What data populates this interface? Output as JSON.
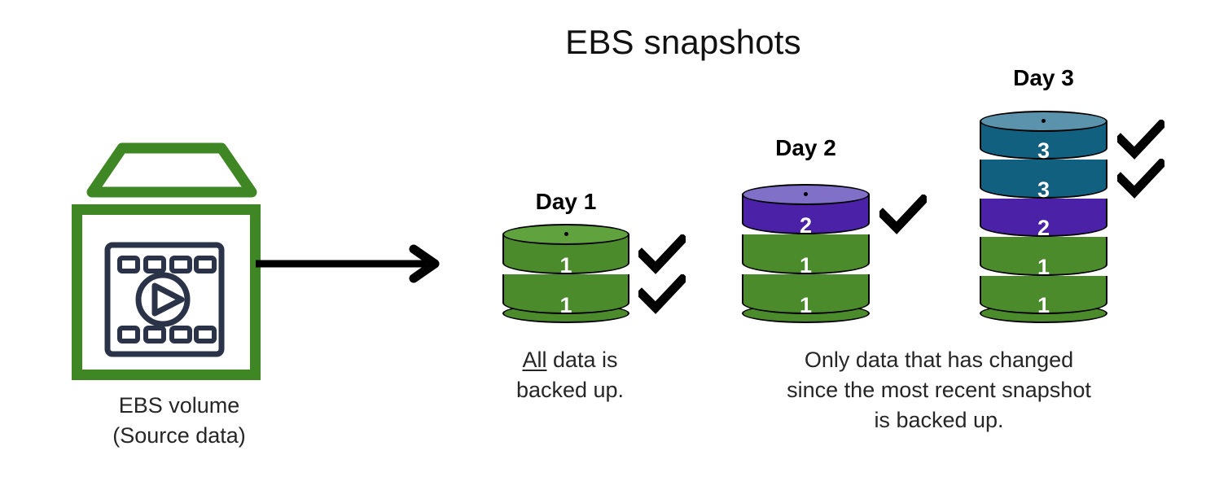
{
  "title": "EBS snapshots",
  "colors": {
    "aws_green": "#3F8624",
    "icon_navy": "#2A3347",
    "seg_green": "#4B8B2B",
    "seg_green_cap": "#60A33E",
    "seg_purple": "#4B21A8",
    "seg_purple_cap": "#8070C8",
    "seg_teal": "#11607F",
    "seg_teal_cap": "#5C93AC",
    "outline": "#000000",
    "text": "#262626"
  },
  "source": {
    "icon_name": "ebs-volume-icon",
    "caption_line1": "EBS volume",
    "caption_line2": "(Source data)"
  },
  "arrow": {
    "name": "flow-arrow-right",
    "direction": "right"
  },
  "stacks": [
    {
      "label": "Day 1",
      "segments": [
        {
          "value": "1",
          "color": "#4B8B2B",
          "checked": true
        },
        {
          "value": "1",
          "color": "#4B8B2B",
          "checked": true
        }
      ],
      "top_cap_color": "#60A33E"
    },
    {
      "label": "Day 2",
      "segments": [
        {
          "value": "2",
          "color": "#4B21A8",
          "checked": true
        },
        {
          "value": "1",
          "color": "#4B8B2B",
          "checked": false
        },
        {
          "value": "1",
          "color": "#4B8B2B",
          "checked": false
        }
      ],
      "top_cap_color": "#8070C8"
    },
    {
      "label": "Day 3",
      "segments": [
        {
          "value": "3",
          "color": "#11607F",
          "checked": true
        },
        {
          "value": "3",
          "color": "#11607F",
          "checked": true
        },
        {
          "value": "2",
          "color": "#4B21A8",
          "checked": false
        },
        {
          "value": "1",
          "color": "#4B8B2B",
          "checked": false
        },
        {
          "value": "1",
          "color": "#4B8B2B",
          "checked": false
        }
      ],
      "top_cap_color": "#5C93AC"
    }
  ],
  "captions": {
    "day1_emphasis": "All",
    "day1_rest": " data is",
    "day1_line2": "backed up.",
    "right_line1": "Only data that has changed",
    "right_line2": "since the most recent snapshot",
    "right_line3": "is backed up."
  }
}
